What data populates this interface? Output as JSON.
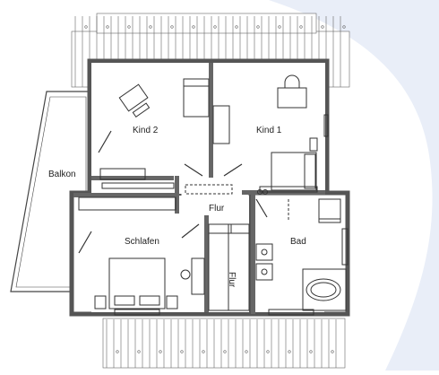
{
  "rooms": {
    "kind2": "Kind 2",
    "kind1": "Kind 1",
    "balkon": "Balkon",
    "flur_top": "Flur",
    "flur_bottom": "Flur",
    "schlafen": "Schlafen",
    "bad": "Bad"
  },
  "colors": {
    "background_wash": "#e9eef8",
    "wall": "#555555",
    "line": "#333333",
    "roof": "#666666"
  }
}
